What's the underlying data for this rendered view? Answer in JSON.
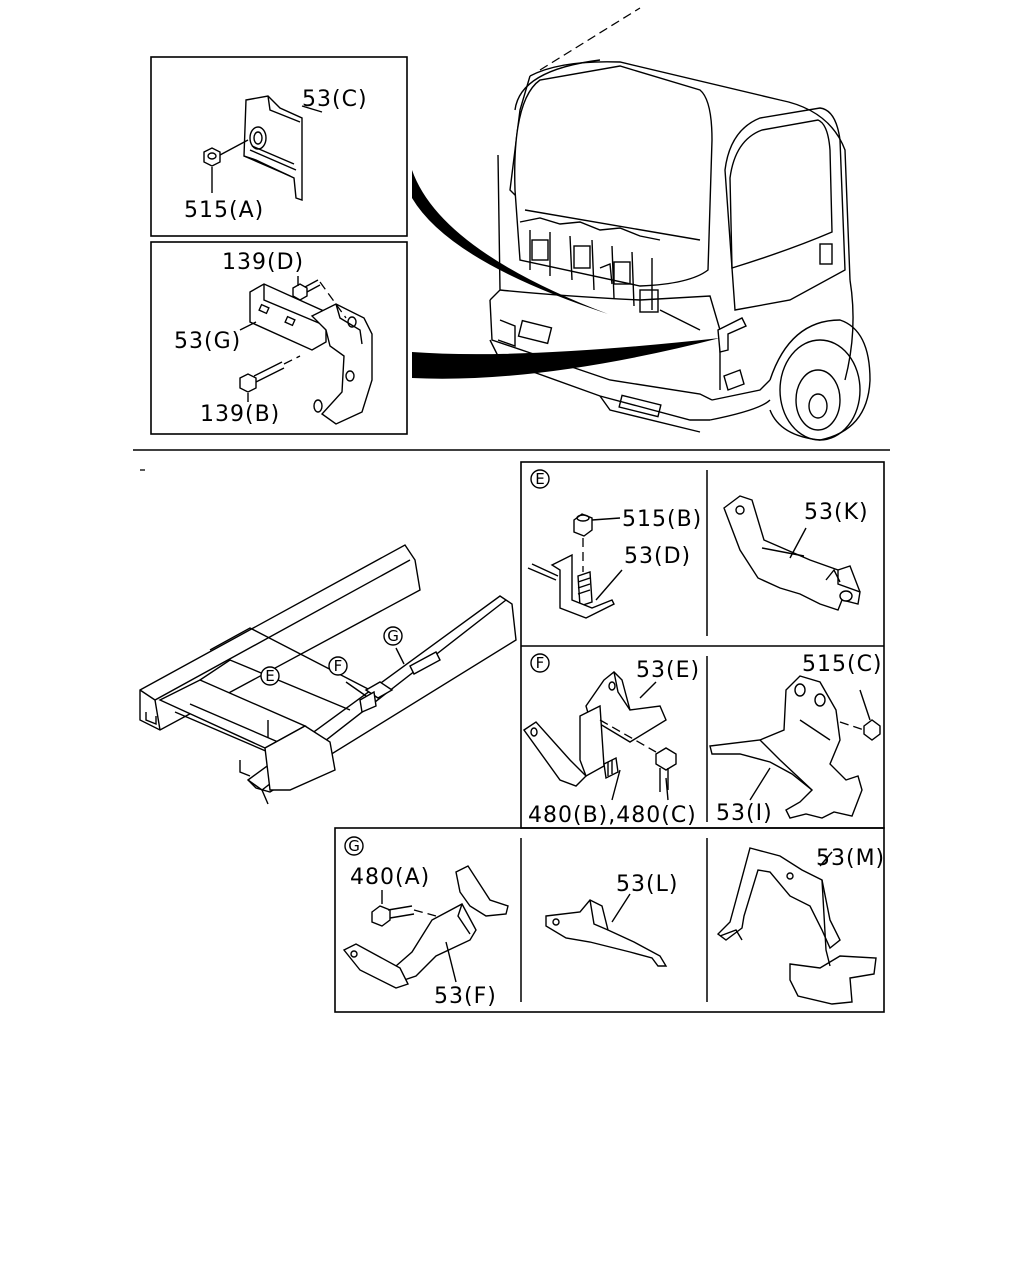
{
  "callouts": {
    "p53c": "53(C)",
    "p515a": "515(A)",
    "p139d": "139(D)",
    "p53g": "53(G)",
    "p139b": "139(B)",
    "p515b": "515(B)",
    "p53d": "53(D)",
    "p53k": "53(K)",
    "p53e": "53(E)",
    "p480bc": "480(B),480(C)",
    "p515c": "515(C)",
    "p53i": "53(I)",
    "p480a": "480(A)",
    "p53f": "53(F)",
    "p53l": "53(L)",
    "p53m": "53(M)"
  },
  "markers": {
    "e": "E",
    "f": "F",
    "g": "G"
  }
}
